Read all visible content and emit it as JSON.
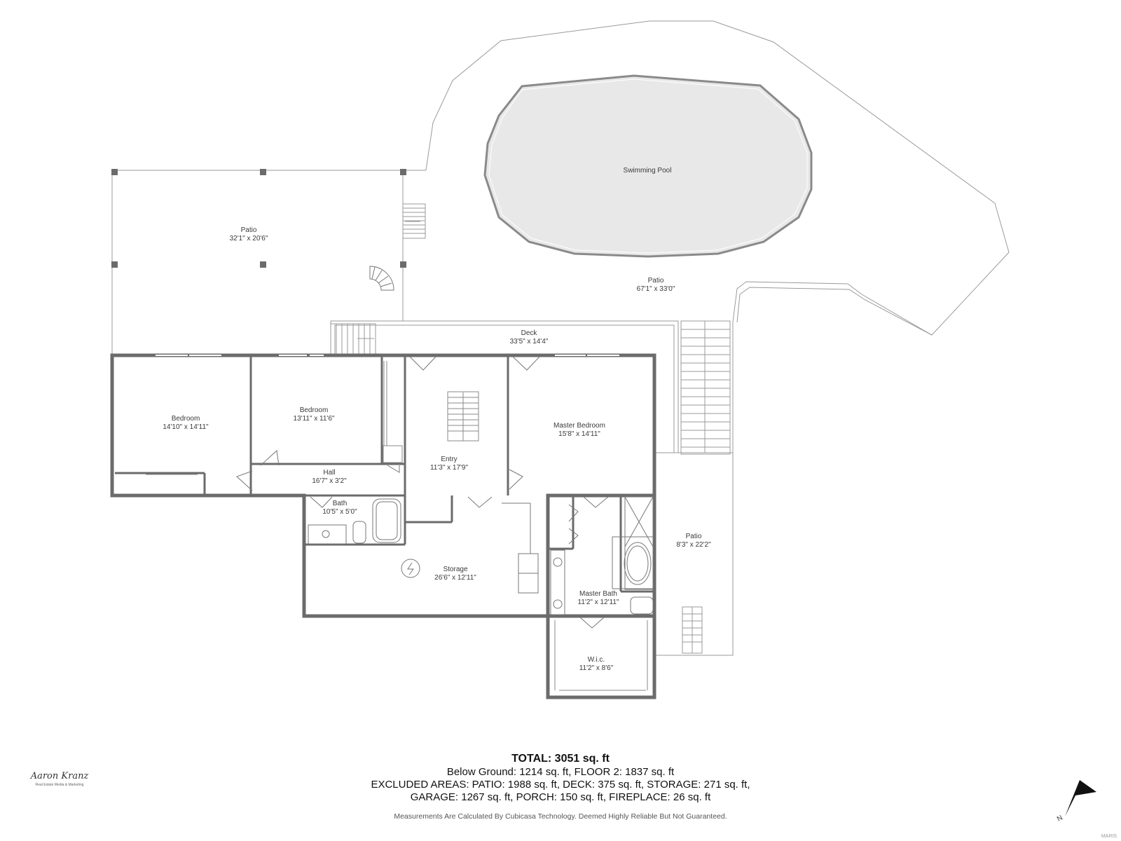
{
  "rooms": [
    {
      "name": "Patio",
      "size": "32'1\" x 20'6\""
    },
    {
      "name": "Swimming Pool",
      "size": ""
    },
    {
      "name": "Patio",
      "size": "67'1\" x 33'0\""
    },
    {
      "name": "Deck",
      "size": "33'5\" x 14'4\""
    },
    {
      "name": "Bedroom",
      "size": "14'10\" x 14'11\""
    },
    {
      "name": "Bedroom",
      "size": "13'11\" x 11'6\""
    },
    {
      "name": "Entry",
      "size": "11'3\" x 17'9\""
    },
    {
      "name": "Master Bedroom",
      "size": "15'8\" x 14'11\""
    },
    {
      "name": "Hall",
      "size": "16'7\" x 3'2\""
    },
    {
      "name": "Bath",
      "size": "10'5\" x 5'0\""
    },
    {
      "name": "Storage",
      "size": "26'6\" x 12'11\""
    },
    {
      "name": "Master Bath",
      "size": "11'2\" x 12'11\""
    },
    {
      "name": "Patio",
      "size": "8'3\" x 22'2\""
    },
    {
      "name": "W.i.c.",
      "size": "11'2\" x 8'6\""
    }
  ],
  "summary": {
    "total": "TOTAL: 3051 sq. ft",
    "below_ground": "Below Ground: 1214 sq. ft, FLOOR 2: 1837 sq. ft",
    "excluded_1": "EXCLUDED AREAS: PATIO: 1988 sq. ft, DECK: 375 sq. ft, STORAGE: 271 sq. ft,",
    "excluded_2": "GARAGE: 1267 sq. ft, PORCH: 150 sq. ft, FIREPLACE: 26 sq. ft",
    "disclaimer": "Measurements Are Calculated By Cubicasa Technology. Deemed Highly Reliable But Not Guaranteed."
  },
  "branding": {
    "name": "Aaron Kranz",
    "tagline": "Real Estate Media & Marketing",
    "watermark": "MARIS"
  },
  "compass": {
    "label": "N"
  },
  "colors": {
    "wall": "#6b6b6b",
    "outline": "#9a9a9a",
    "pool": "#e8e8e8"
  }
}
